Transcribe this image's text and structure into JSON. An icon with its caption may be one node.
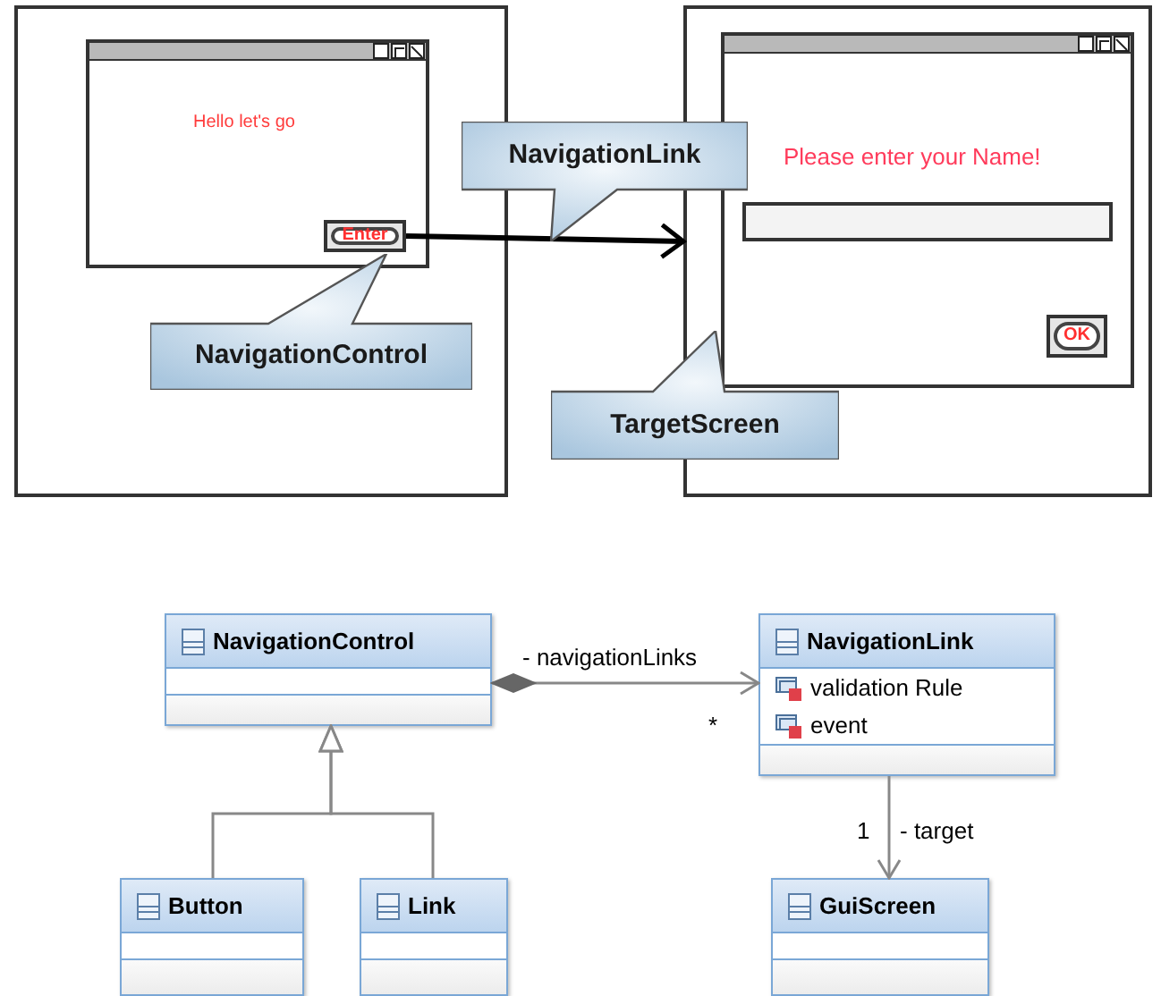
{
  "diagram": {
    "nodes": [
      {
        "text": [],
        "shape": "box"
      },
      {
        "text": [
          "Hello let's go"
        ],
        "in": 0
      },
      {
        "text": [
          "Enter"
        ],
        "in": 1
      },
      {
        "text": [],
        "shape": "box"
      },
      {
        "text": [
          "Please enter your Name!"
        ],
        "in": 3
      },
      {
        "text": [
          "OK"
        ],
        "in": 4
      },
      {
        "text": [
          "NavigationControl"
        ],
        "in": 0
      },
      {
        "text": [
          "NavigationLink"
        ]
      },
      {
        "text": [
          "TargetScreen"
        ]
      },
      {
        "text": [
          "NavigationControl"
        ]
      },
      {
        "text": [
          "NavigationLink",
          "validation Rule",
          "event"
        ]
      },
      {
        "text": [
          "Button"
        ]
      },
      {
        "text": [
          "Link"
        ]
      },
      {
        "text": [
          "GuiScreen"
        ]
      }
    ],
    "edges": [
      {
        "from": 2,
        "to": 3,
        "arrow": "to",
        "style": "thick",
        "color": "#000000"
      },
      {
        "from": 9,
        "to": 10,
        "arrow": "to",
        "label": "- navigationLinks"
      },
      {
        "from": 11,
        "to": 9,
        "arrow": "to"
      },
      {
        "from": 12,
        "to": 9,
        "arrow": "to"
      },
      {
        "from": 10,
        "to": 13,
        "arrow": "to",
        "label": "- target"
      }
    ],
    "labels": [
      "*",
      "1"
    ]
  }
}
